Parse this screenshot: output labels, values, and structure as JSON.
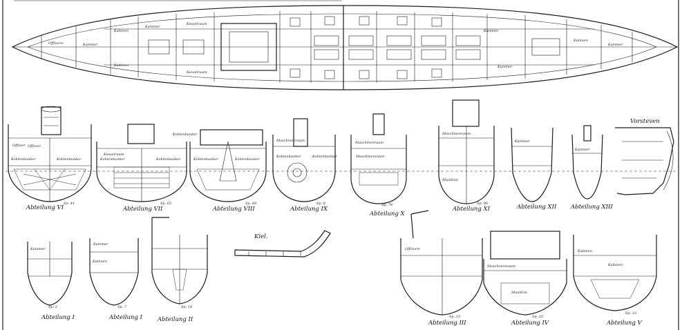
{
  "captions": {
    "abt_6": "Abteilung VI",
    "abt_7": "Abteilung VII",
    "abt_8": "Abteilung VIII",
    "abt_9": "Abteilung IX",
    "abt_10": "Abteilung X",
    "abt_11": "Abteilung XI",
    "abt_12": "Abteilung XII",
    "abt_13": "Abteilung XIII",
    "abt_1a": "Abteilung I",
    "abt_1b": "Abteilung I",
    "abt_2": "Abteilung II",
    "abt_3": "Abteilung III",
    "abt_4": "Abteilung IV",
    "abt_5": "Abteilung V",
    "kiel": "Kiel.",
    "vorsteven": "Vorsteven"
  },
  "section_labels": {
    "kohlenbunker": "Kohlenbunker",
    "offizier": "Offizier",
    "maschinenraum": "Maschinenraum",
    "kesselraum": "Kesselraum",
    "munition": "Munition",
    "kabinen": "Kabinen",
    "kammer": "Kammer"
  },
  "frame_marks": {
    "sp_a": "Sp. 41",
    "sp_b": "Sp. 65",
    "sp_c": "Sp. 80",
    "sp_d": "Sp. 8",
    "sp_e": "Sp. 78",
    "sp_f": "Sp. 96",
    "sp_g": "Sp. 2",
    "sp_h": "Sp. 7",
    "sp_i": "Sp. 14",
    "sp_j": "Sp. 15",
    "sp_k": "Sp. 25",
    "sp_l": "Sp. 33"
  }
}
